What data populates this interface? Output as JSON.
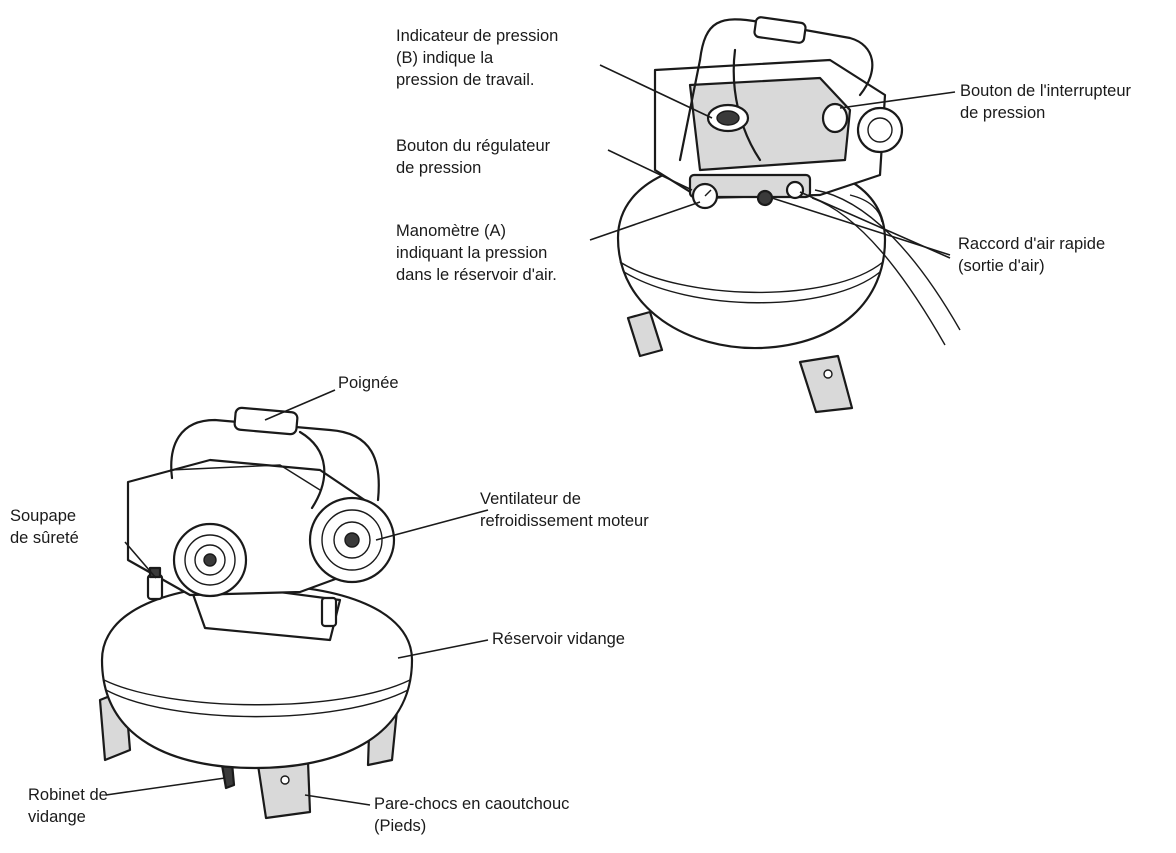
{
  "labels": {
    "gauge_b": [
      "Indicateur de pression",
      "(B) indique la",
      "pression de travail."
    ],
    "pressure_switch": [
      "Bouton de l'interrupteur",
      "de pression"
    ],
    "regulator": [
      "Bouton du régulateur",
      "de pression"
    ],
    "gauge_a": [
      "Manomètre (A)",
      "indiquant la pression",
      "dans le réservoir d'air."
    ],
    "quick_coupler": [
      "Raccord d'air rapide",
      "(sortie d'air)"
    ],
    "handle": [
      "Poignée"
    ],
    "safety_valve": [
      "Soupape",
      "de sûreté"
    ],
    "cooling_fan": [
      "Ventilateur de",
      "refroidissement moteur"
    ],
    "tank": [
      "Réservoir vidange"
    ],
    "drain_valve": [
      "Robinet de",
      "vidange"
    ],
    "rubber_feet": [
      "Pare-chocs en caoutchouc",
      "(Pieds)"
    ]
  }
}
